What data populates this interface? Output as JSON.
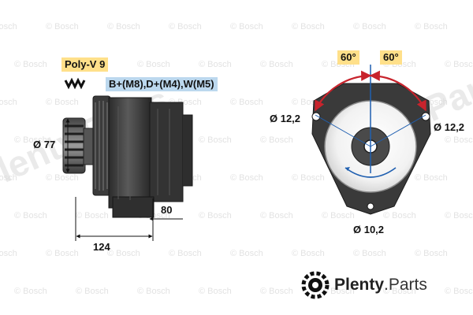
{
  "left_view": {
    "belt_label": "Poly-V 9",
    "terminal_label": "B+(M8),D+(M4),W(M5)",
    "pulley_diameter": "Ø 77",
    "body_length_dim": "80",
    "overall_length_dim": "124"
  },
  "right_view": {
    "angle_left": "60°",
    "angle_right": "60°",
    "hole_left": "Ø 12,2",
    "hole_right": "Ø 12,2",
    "hole_bottom": "Ø 10,2"
  },
  "watermark": {
    "repeat_text": "© Bosch",
    "diagonal_text": "Plenty.Parts"
  },
  "brand": {
    "name_bold": "Plenty",
    "name_rest": ".Parts"
  },
  "colors": {
    "arc_red": "#c8232c",
    "axis_blue": "#1f5fb0",
    "body_dark": "#3a3a3a",
    "highlight_yellow": "#ffe08a",
    "highlight_blue": "#bcd8ee"
  }
}
